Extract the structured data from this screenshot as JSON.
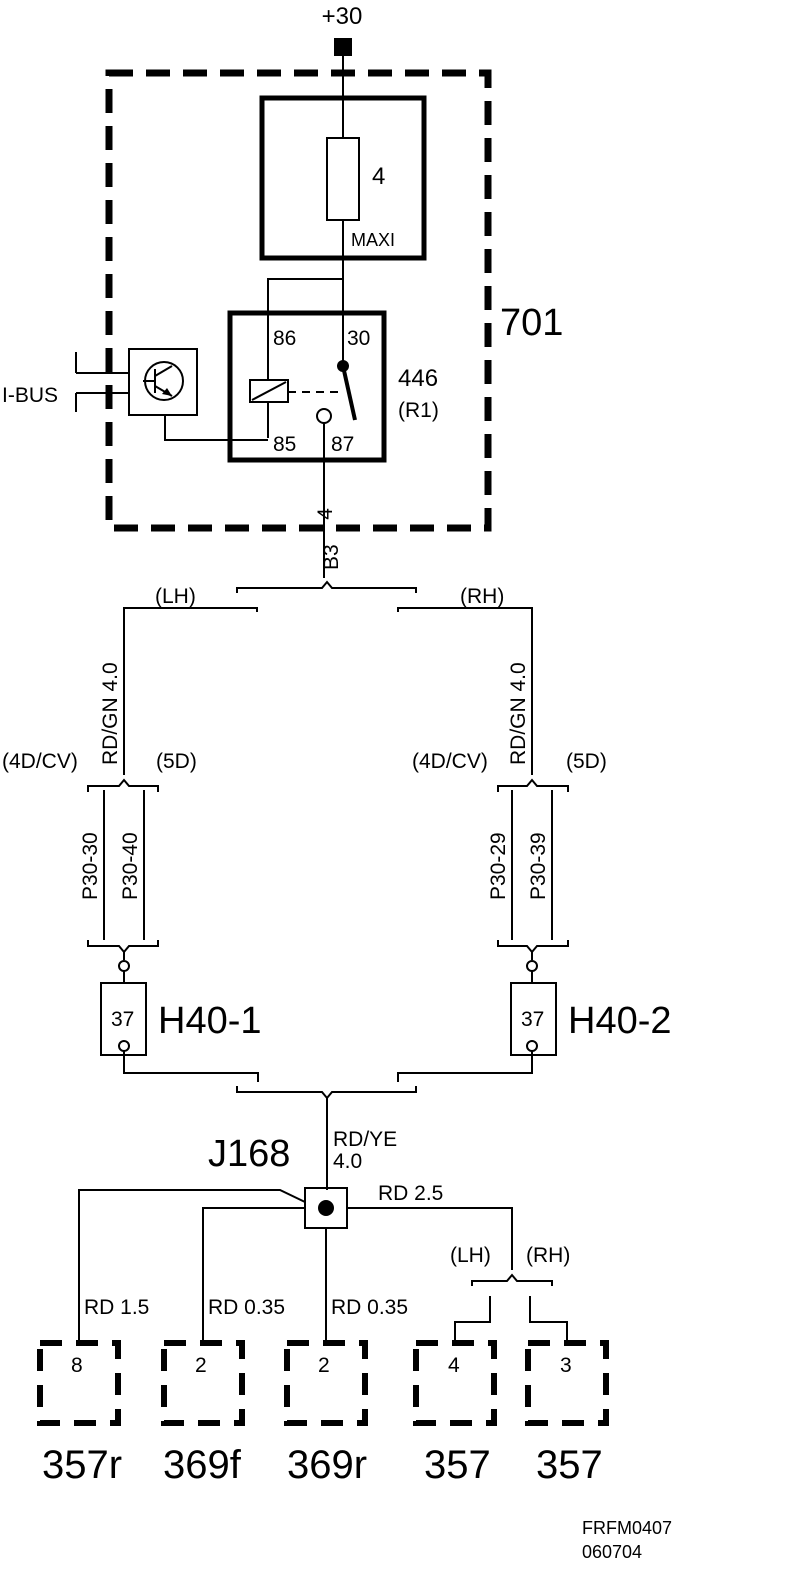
{
  "supply": {
    "label": "+30"
  },
  "module": {
    "id": "701"
  },
  "fuse": {
    "number": "4",
    "type": "MAXI"
  },
  "relay": {
    "id": "446",
    "ref": "(R1)",
    "pin_86": "86",
    "pin_30": "30",
    "pin_85": "85",
    "pin_87": "87"
  },
  "ibus": {
    "label": "I-BUS"
  },
  "main_wire": {
    "size": "4",
    "code": "B3"
  },
  "branch_top": {
    "left": "(LH)",
    "right": "(RH)"
  },
  "left_feed": {
    "wire": "RD/GN  4.0",
    "variant_a": "(4D/CV)",
    "variant_b": "(5D)",
    "pin_a": "P30-30",
    "pin_b": "P30-40"
  },
  "right_feed": {
    "wire": "RD/GN  4.0",
    "variant_a": "(4D/CV)",
    "variant_b": "(5D)",
    "pin_a": "P30-29",
    "pin_b": "P30-39"
  },
  "connector_left": {
    "pin": "37",
    "id": "H40-1"
  },
  "connector_right": {
    "pin": "37",
    "id": "H40-2"
  },
  "junction": {
    "id": "J168",
    "wire_color": "RD/YE",
    "wire_size": "4.0"
  },
  "outputs": {
    "rd25": "RD 2.5",
    "lh": "(LH)",
    "rh": "(RH)",
    "w1": "RD  1.5",
    "w2": "RD  0.35",
    "w3": "RD  0.35"
  },
  "components": [
    {
      "pin": "8",
      "id": "357r"
    },
    {
      "pin": "2",
      "id": "369f"
    },
    {
      "pin": "2",
      "id": "369r"
    },
    {
      "pin": "4",
      "id": "357"
    },
    {
      "pin": "3",
      "id": "357"
    }
  ],
  "footer": {
    "code": "FRFM0407",
    "date": "060704"
  }
}
